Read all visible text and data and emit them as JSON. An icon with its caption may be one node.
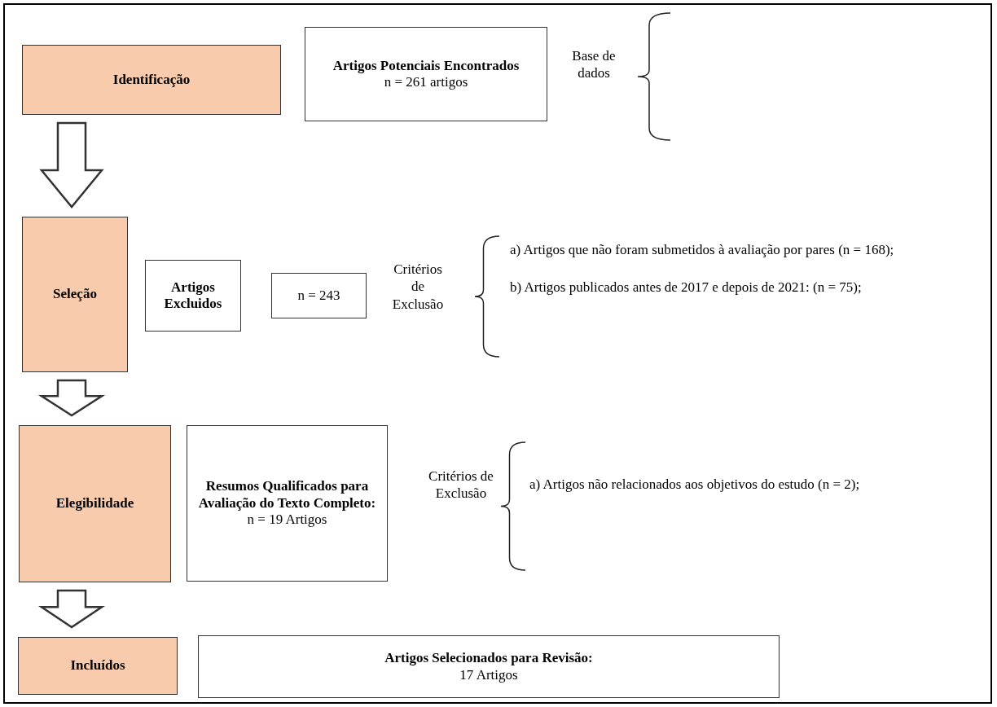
{
  "diagram": {
    "nodes": [
      {
        "text": [
          "Identificação"
        ]
      },
      {
        "text": [
          "Artigos Potenciais Encontrados",
          "n = 261 artigos"
        ]
      },
      {
        "text": [
          "Seleção"
        ]
      },
      {
        "text": [
          "Artigos Excluidos"
        ]
      },
      {
        "text": [
          "n = 243"
        ]
      },
      {
        "text": [
          "Elegibilidade"
        ]
      },
      {
        "text": [
          "Resumos Qualificados para Avaliação do Texto Completo:",
          "n = 19 Artigos"
        ]
      },
      {
        "text": [
          "Incluídos"
        ]
      },
      {
        "text": [
          "Artigos Selecionados para Revisão:",
          "17 Artigos"
        ]
      }
    ],
    "edges": [
      {
        "from": 0,
        "to": 2,
        "arrow": "to"
      },
      {
        "from": 2,
        "to": 5,
        "arrow": "to"
      },
      {
        "from": 5,
        "to": 7,
        "arrow": "to"
      }
    ],
    "labels": [
      "Base de dados",
      "Critérios de Exclusão",
      "a) Artigos que não foram submetidos à avaliação por pares (n = 168);",
      "b) Artigos publicados antes de 2017 e depois de 2021: (n = 75);",
      "Critérios de Exclusão",
      "a) Artigos não relacionados aos objetivos do estudo (n = 2);"
    ]
  }
}
